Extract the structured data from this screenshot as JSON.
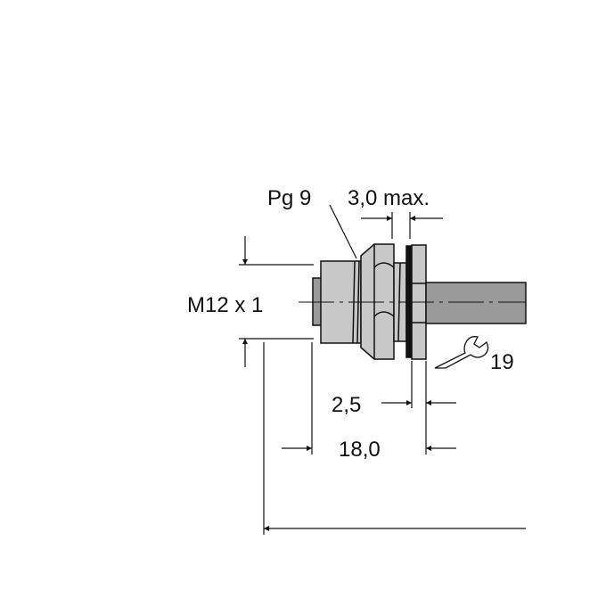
{
  "labels": {
    "thread_pg": "Pg 9",
    "nut_thickness": "3,0 max.",
    "thread_m12": "M12 x 1",
    "wrench_size": "19",
    "washer_thickness": "2,5",
    "body_length": "18,0"
  },
  "colors": {
    "body": "#c8c8c8",
    "cable": "#9a9a9a",
    "line": "#111111",
    "washer": "#111111"
  }
}
